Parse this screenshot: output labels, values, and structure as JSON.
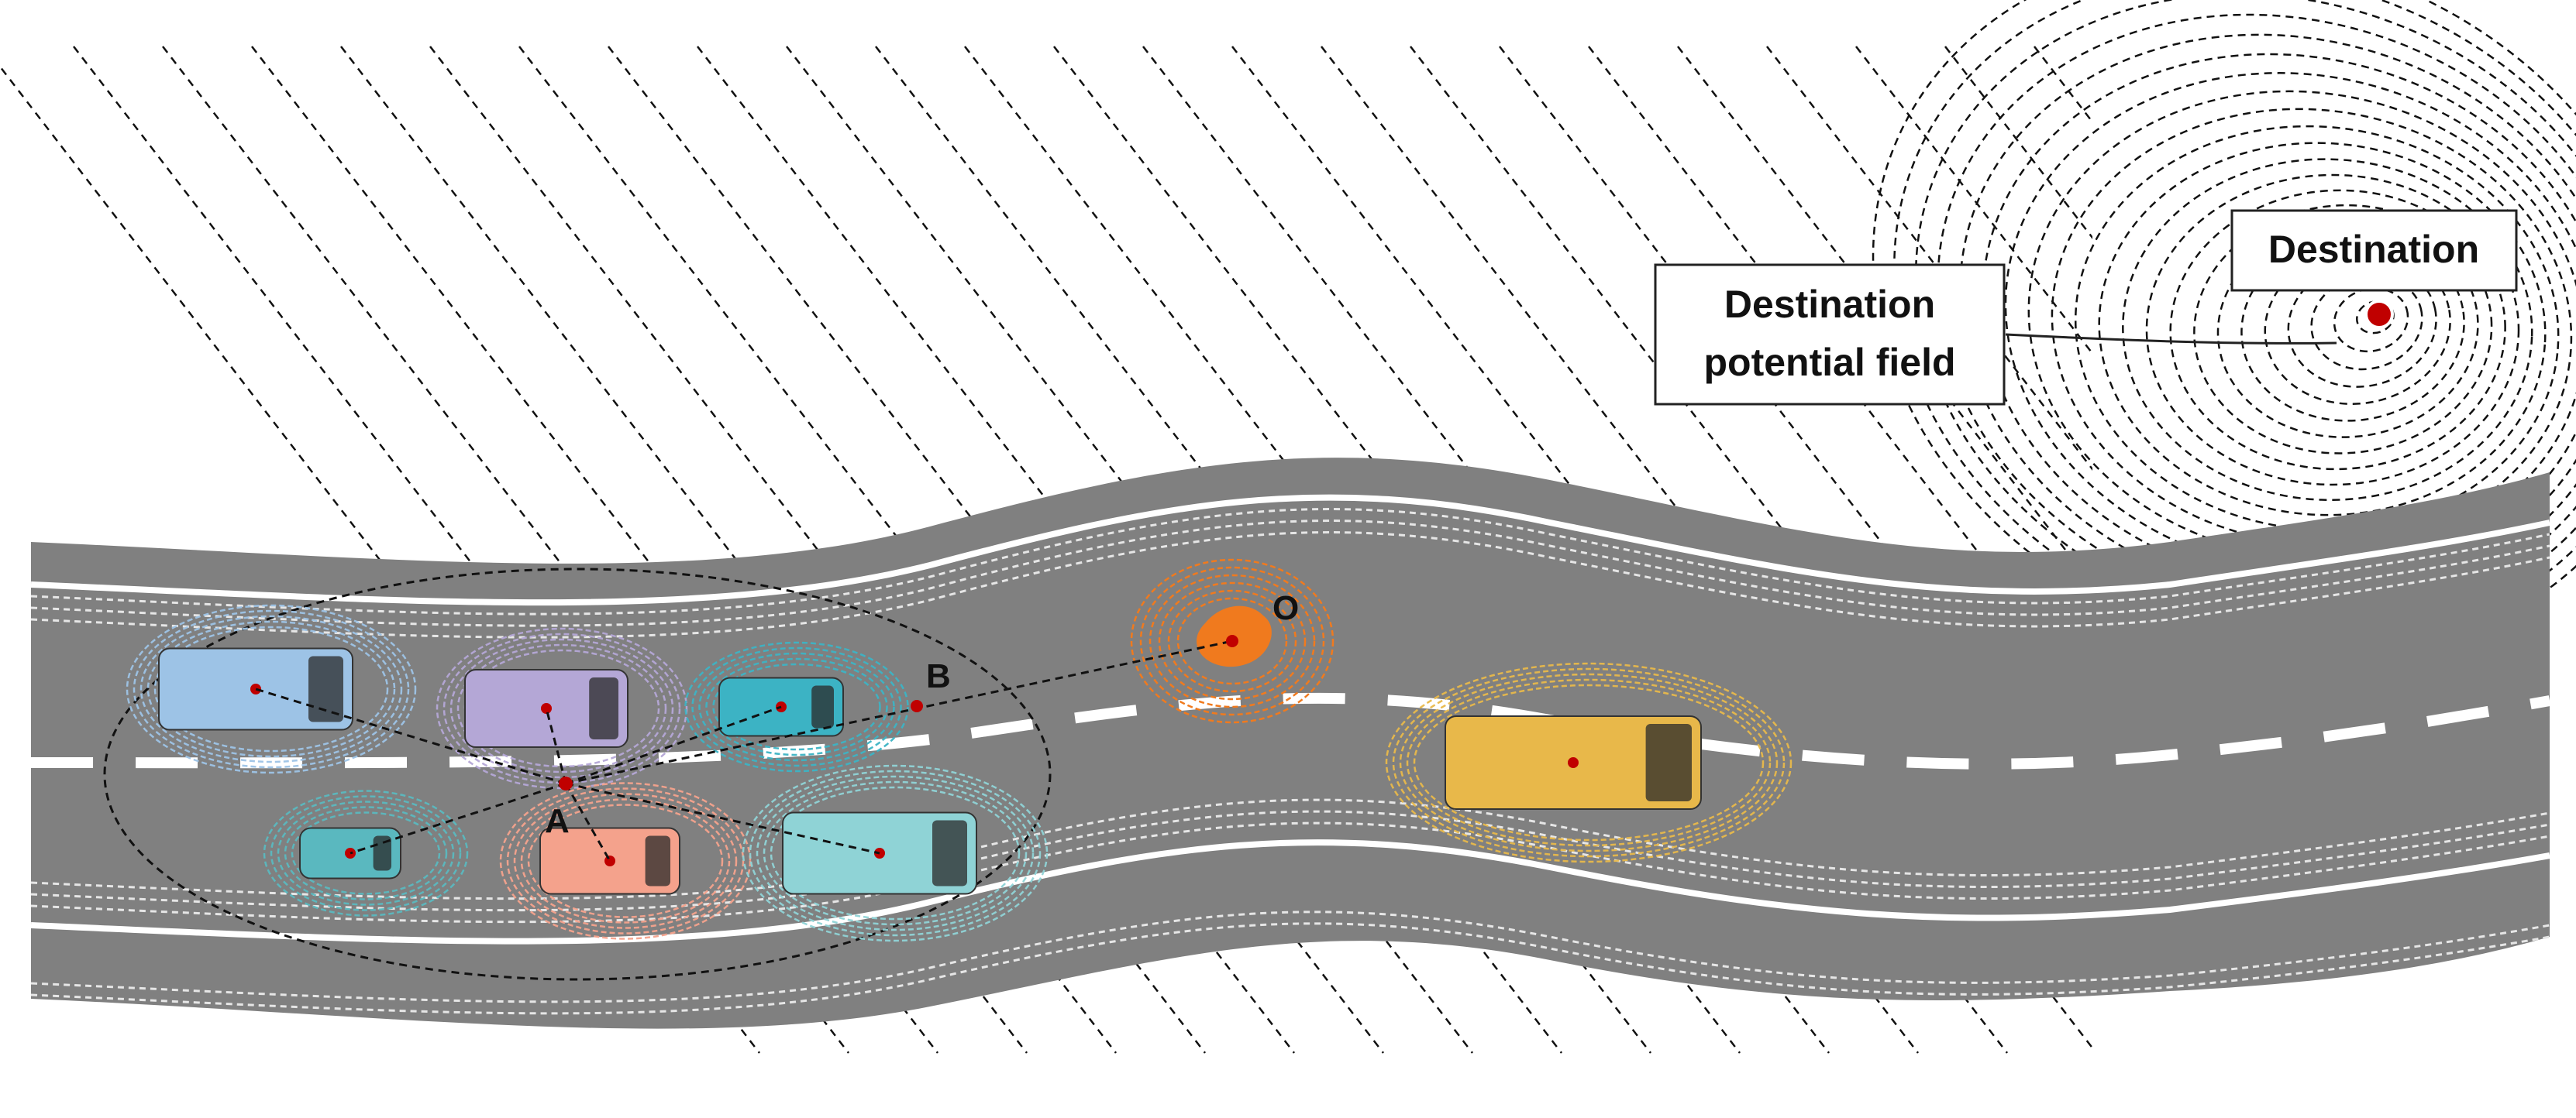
{
  "labels": {
    "destination": "Destination",
    "field_line1": "Destination",
    "field_line2": "potential field",
    "point_a": "A",
    "point_b": "B",
    "point_o": "O"
  },
  "colors": {
    "road": "#808080",
    "lane_marking": "#ffffff",
    "destination_point": "#c00000",
    "obstacle": "#f07a1e",
    "bus": "#e8b84a",
    "truck_left": "#9dc3e6",
    "van": "#b4a7d6",
    "car_teal": "#3cb3c4",
    "car_small": "#5ab8bf",
    "car_pink": "#f4a28c",
    "truck_right": "#8fd3d6"
  },
  "vehicles": [
    {
      "name": "truck-left",
      "kind": "truck",
      "color_key": "truck_left"
    },
    {
      "name": "van-purple",
      "kind": "van",
      "color_key": "van"
    },
    {
      "name": "car-teal",
      "kind": "car",
      "color_key": "car_teal"
    },
    {
      "name": "car-small",
      "kind": "car",
      "color_key": "car_small"
    },
    {
      "name": "car-pink",
      "kind": "pickup",
      "color_key": "car_pink"
    },
    {
      "name": "truck-right",
      "kind": "truck",
      "color_key": "truck_right"
    },
    {
      "name": "bus-yellow",
      "kind": "bus",
      "color_key": "bus"
    }
  ]
}
